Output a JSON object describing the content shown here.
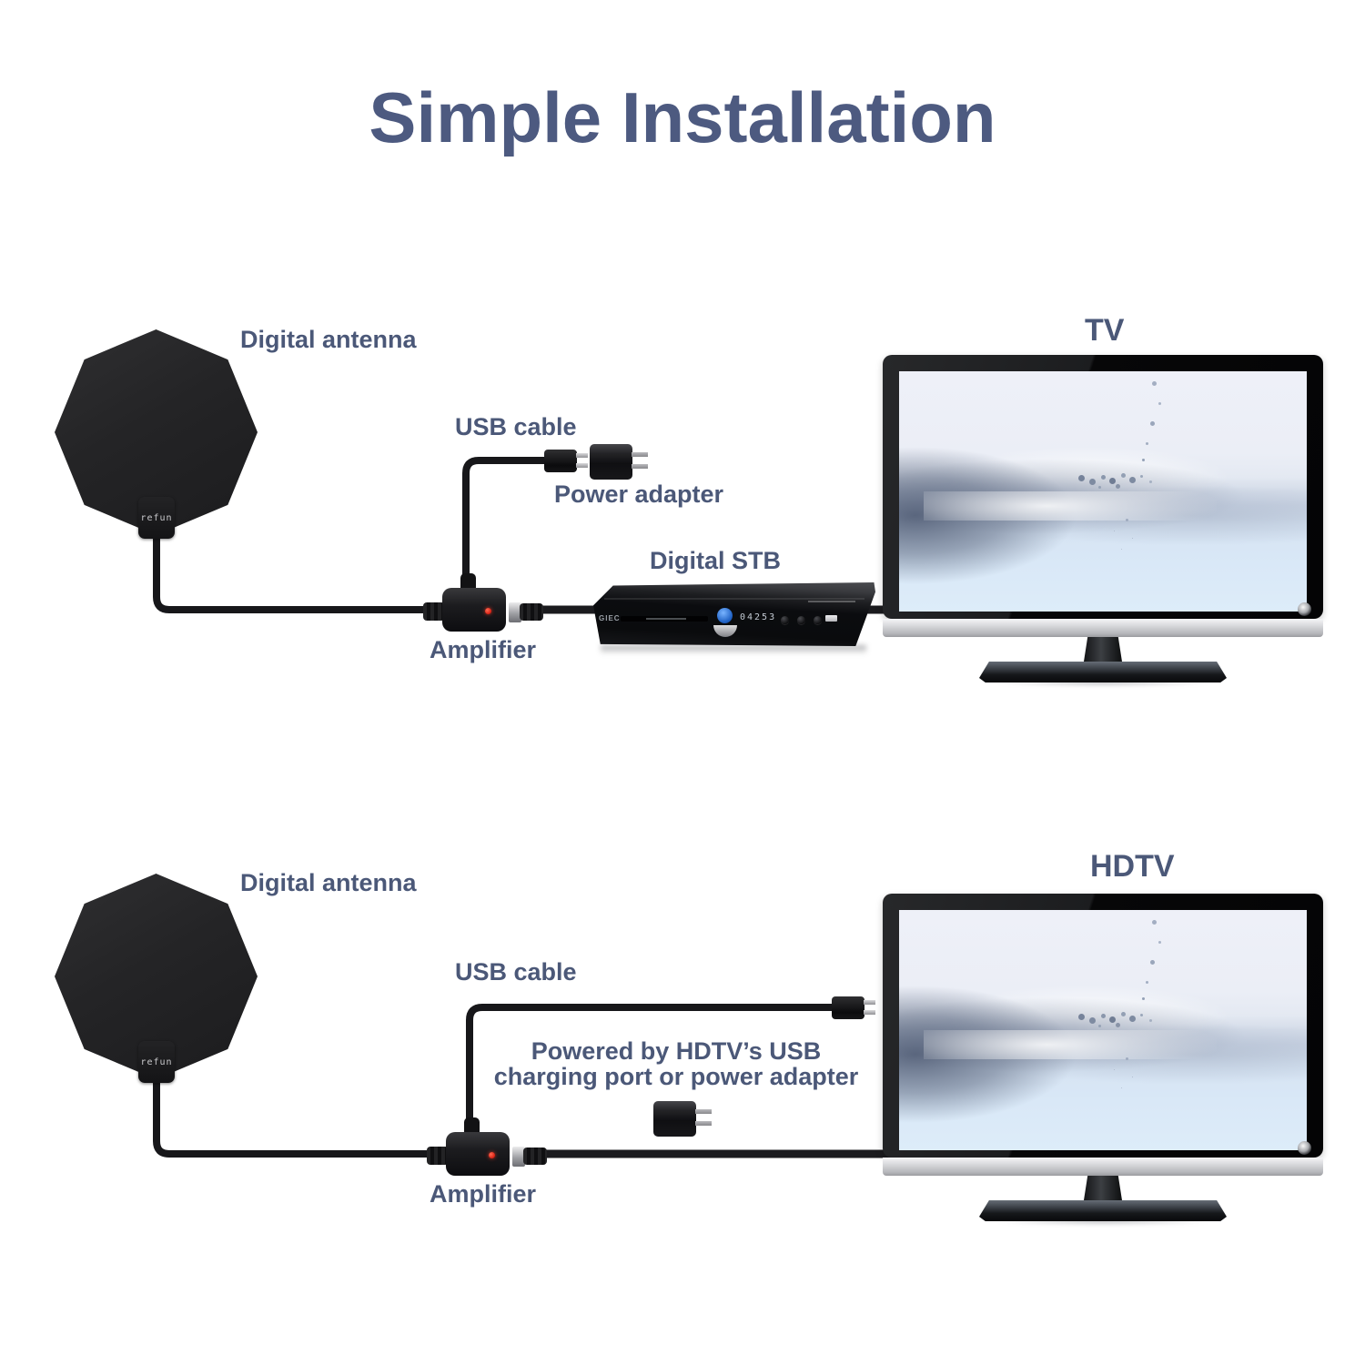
{
  "title": "Simple Installation",
  "colors": {
    "label": "#4b5878",
    "title": "#4d5a80",
    "led_red": "#d81f12",
    "bluray_blue": "#2163c6",
    "device_black": "#141416"
  },
  "top": {
    "antenna_label": "Digital antenna",
    "antenna_brand": "refun",
    "usb_label": "USB cable",
    "adapter_label": "Power adapter",
    "stb_label": "Digital STB",
    "stb_brand": "GIEC",
    "stb_display": "04253",
    "amp_label": "Amplifier",
    "tv_label": "TV"
  },
  "bottom": {
    "antenna_label": "Digital antenna",
    "antenna_brand": "refun",
    "usb_label": "USB cable",
    "note_line1": "Powered by HDTV’s USB",
    "note_line2": "charging port or power adapter",
    "amp_label": "Amplifier",
    "tv_label": "HDTV"
  }
}
